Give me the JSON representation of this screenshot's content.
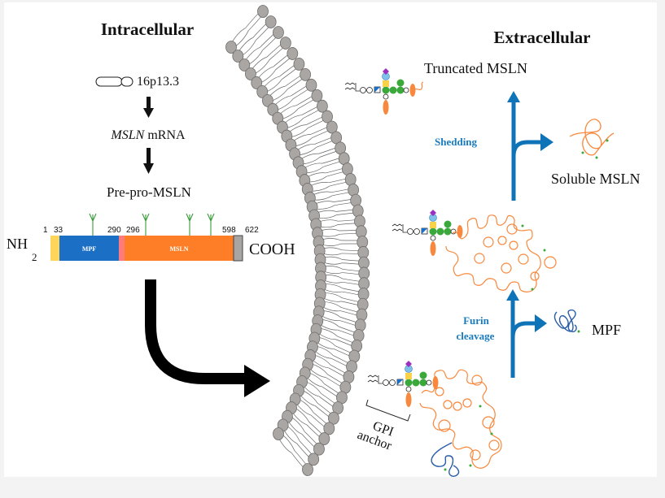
{
  "titles": {
    "intracellular": "Intracellular",
    "extracellular": "Extracellular"
  },
  "pathway": {
    "gene_locus": "16p13.3",
    "mrna_italic": "MSLN",
    "mrna_suffix": " mRNA",
    "precursor": "Pre-pro-MSLN"
  },
  "protein_bar": {
    "n_terminus": "NH",
    "n_terminus_sub": "2",
    "c_terminus": "COOH",
    "positions": [
      "1",
      "33",
      "290",
      "296",
      "598",
      "622"
    ],
    "domains": [
      {
        "name": "signal-peptide",
        "label": "",
        "start": 1,
        "end": 33,
        "color": "#ffd65a"
      },
      {
        "name": "mpf",
        "label": "MPF",
        "start": 33,
        "end": 290,
        "color": "#1b6fc4"
      },
      {
        "name": "furin-site",
        "label": "",
        "start": 290,
        "end": 296,
        "color": "#ff7b7b"
      },
      {
        "name": "mesothelin",
        "label": "MSLN",
        "start": 296,
        "end": 598,
        "color": "#fd7e26"
      },
      {
        "name": "gpi-signal",
        "label": "",
        "start": 598,
        "end": 622,
        "color": "#a8a5a3"
      }
    ],
    "glycosylation_sites": 4
  },
  "extracellular": {
    "truncated_label": "Truncated MSLN",
    "shedding_label": "Shedding",
    "soluble_label": "Soluble MSLN",
    "furin_label_line1": "Furin",
    "furin_label_line2": "cleavage",
    "mpf_label": "MPF",
    "gpi_label_line1": "GPI",
    "gpi_label_line2": "anchor"
  },
  "colors": {
    "process_blue": "#0f73b8",
    "msln_orange": "#f7883d",
    "mpf_blue": "#2a5ea8",
    "lipid_head": "#a9a6a4",
    "glycan_green": "#3aa83a",
    "glycan_yellow": "#f9d24a",
    "glycan_lightblue": "#7fc0ea",
    "glycan_purple": "#9b2fbf"
  }
}
